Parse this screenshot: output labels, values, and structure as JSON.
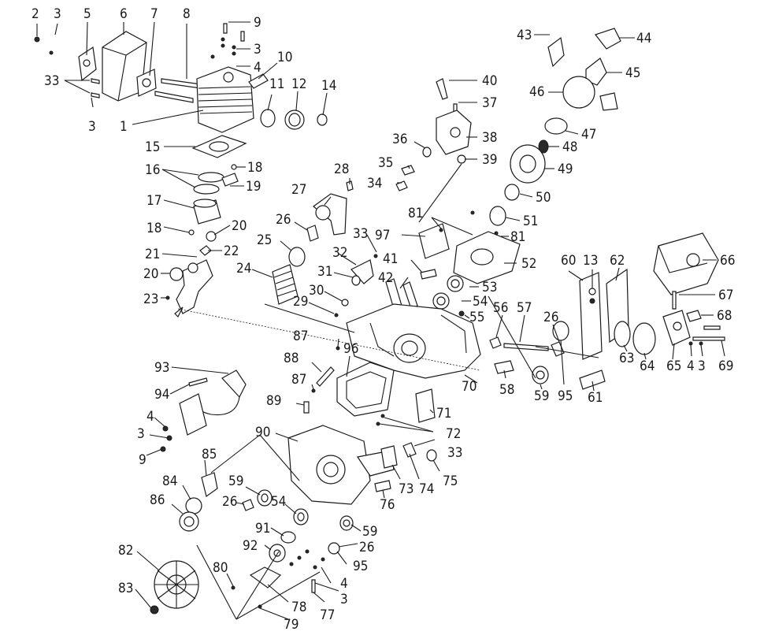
{
  "diagram": {
    "type": "exploded-parts-view",
    "part_numbers": [
      "1",
      "2",
      "3",
      "4",
      "5",
      "6",
      "7",
      "8",
      "9",
      "10",
      "11",
      "12",
      "13",
      "14",
      "15",
      "16",
      "17",
      "18",
      "19",
      "20",
      "21",
      "22",
      "23",
      "24",
      "25",
      "26",
      "27",
      "28",
      "29",
      "30",
      "31",
      "32",
      "33",
      "34",
      "35",
      "36",
      "37",
      "38",
      "39",
      "40",
      "41",
      "42",
      "43",
      "44",
      "45",
      "46",
      "47",
      "48",
      "49",
      "50",
      "51",
      "52",
      "53",
      "54",
      "55",
      "56",
      "57",
      "58",
      "59",
      "60",
      "61",
      "62",
      "63",
      "64",
      "65",
      "66",
      "67",
      "68",
      "69",
      "70",
      "71",
      "72",
      "73",
      "74",
      "75",
      "76",
      "77",
      "78",
      "79",
      "80",
      "81",
      "82",
      "83",
      "84",
      "85",
      "86",
      "87",
      "88",
      "89",
      "90",
      "91",
      "92",
      "93",
      "94",
      "95",
      "96",
      "97"
    ]
  },
  "labels": [
    {
      "id": "lbl-2",
      "text": "2"
    },
    {
      "id": "lbl-3a",
      "text": "3"
    },
    {
      "id": "lbl-5",
      "text": "5"
    },
    {
      "id": "lbl-6",
      "text": "6"
    },
    {
      "id": "lbl-7",
      "text": "7"
    },
    {
      "id": "lbl-8",
      "text": "8"
    },
    {
      "id": "lbl-9a",
      "text": "9"
    },
    {
      "id": "lbl-3b",
      "text": "3"
    },
    {
      "id": "lbl-4a",
      "text": "4"
    },
    {
      "id": "lbl-10",
      "text": "10"
    },
    {
      "id": "lbl-11",
      "text": "11"
    },
    {
      "id": "lbl-12",
      "text": "12"
    },
    {
      "id": "lbl-14",
      "text": "14"
    },
    {
      "id": "lbl-33a",
      "text": "33"
    },
    {
      "id": "lbl-3c",
      "text": "3"
    },
    {
      "id": "lbl-1",
      "text": "1"
    },
    {
      "id": "lbl-15",
      "text": "15"
    },
    {
      "id": "lbl-16",
      "text": "16"
    },
    {
      "id": "lbl-18a",
      "text": "18"
    },
    {
      "id": "lbl-19",
      "text": "19"
    },
    {
      "id": "lbl-17",
      "text": "17"
    },
    {
      "id": "lbl-18b",
      "text": "18"
    },
    {
      "id": "lbl-20a",
      "text": "20"
    },
    {
      "id": "lbl-21",
      "text": "21"
    },
    {
      "id": "lbl-22",
      "text": "22"
    },
    {
      "id": "lbl-20b",
      "text": "20"
    },
    {
      "id": "lbl-23",
      "text": "23"
    },
    {
      "id": "lbl-28",
      "text": "28"
    },
    {
      "id": "lbl-27",
      "text": "27"
    },
    {
      "id": "lbl-26a",
      "text": "26"
    },
    {
      "id": "lbl-25",
      "text": "25"
    },
    {
      "id": "lbl-24",
      "text": "24"
    },
    {
      "id": "lbl-33b",
      "text": "33"
    },
    {
      "id": "lbl-32",
      "text": "32"
    },
    {
      "id": "lbl-31",
      "text": "31"
    },
    {
      "id": "lbl-30",
      "text": "30"
    },
    {
      "id": "lbl-29",
      "text": "29"
    },
    {
      "id": "lbl-40",
      "text": "40"
    },
    {
      "id": "lbl-37",
      "text": "37"
    },
    {
      "id": "lbl-36",
      "text": "36"
    },
    {
      "id": "lbl-38",
      "text": "38"
    },
    {
      "id": "lbl-35",
      "text": "35"
    },
    {
      "id": "lbl-39",
      "text": "39"
    },
    {
      "id": "lbl-34",
      "text": "34"
    },
    {
      "id": "lbl-81a",
      "text": "81"
    },
    {
      "id": "lbl-97",
      "text": "97"
    },
    {
      "id": "lbl-81b",
      "text": "81"
    },
    {
      "id": "lbl-41",
      "text": "41"
    },
    {
      "id": "lbl-42",
      "text": "42"
    },
    {
      "id": "lbl-52",
      "text": "52"
    },
    {
      "id": "lbl-53",
      "text": "53"
    },
    {
      "id": "lbl-54a",
      "text": "54"
    },
    {
      "id": "lbl-55",
      "text": "55"
    },
    {
      "id": "lbl-43",
      "text": "43"
    },
    {
      "id": "lbl-44",
      "text": "44"
    },
    {
      "id": "lbl-45",
      "text": "45"
    },
    {
      "id": "lbl-46",
      "text": "46"
    },
    {
      "id": "lbl-47",
      "text": "47"
    },
    {
      "id": "lbl-48",
      "text": "48"
    },
    {
      "id": "lbl-49",
      "text": "49"
    },
    {
      "id": "lbl-50",
      "text": "50"
    },
    {
      "id": "lbl-51",
      "text": "51"
    },
    {
      "id": "lbl-60",
      "text": "60"
    },
    {
      "id": "lbl-13",
      "text": "13"
    },
    {
      "id": "lbl-62",
      "text": "62"
    },
    {
      "id": "lbl-66",
      "text": "66"
    },
    {
      "id": "lbl-67",
      "text": "67"
    },
    {
      "id": "lbl-68",
      "text": "68"
    },
    {
      "id": "lbl-56",
      "text": "56"
    },
    {
      "id": "lbl-57",
      "text": "57"
    },
    {
      "id": "lbl-26b",
      "text": "26"
    },
    {
      "id": "lbl-87a",
      "text": "87"
    },
    {
      "id": "lbl-96",
      "text": "96"
    },
    {
      "id": "lbl-88",
      "text": "88"
    },
    {
      "id": "lbl-87b",
      "text": "87"
    },
    {
      "id": "lbl-89",
      "text": "89"
    },
    {
      "id": "lbl-70",
      "text": "70"
    },
    {
      "id": "lbl-58",
      "text": "58"
    },
    {
      "id": "lbl-59a",
      "text": "59"
    },
    {
      "id": "lbl-95a",
      "text": "95"
    },
    {
      "id": "lbl-61",
      "text": "61"
    },
    {
      "id": "lbl-63",
      "text": "63"
    },
    {
      "id": "lbl-64",
      "text": "64"
    },
    {
      "id": "lbl-65",
      "text": "65"
    },
    {
      "id": "lbl-4b",
      "text": "4"
    },
    {
      "id": "lbl-3d",
      "text": "3"
    },
    {
      "id": "lbl-69",
      "text": "69"
    },
    {
      "id": "lbl-93",
      "text": "93"
    },
    {
      "id": "lbl-94",
      "text": "94"
    },
    {
      "id": "lbl-4c",
      "text": "4"
    },
    {
      "id": "lbl-3e",
      "text": "3"
    },
    {
      "id": "lbl-9b",
      "text": "9"
    },
    {
      "id": "lbl-85",
      "text": "85"
    },
    {
      "id": "lbl-84",
      "text": "84"
    },
    {
      "id": "lbl-86",
      "text": "86"
    },
    {
      "id": "lbl-90",
      "text": "90"
    },
    {
      "id": "lbl-71",
      "text": "71"
    },
    {
      "id": "lbl-72",
      "text": "72"
    },
    {
      "id": "lbl-33c",
      "text": "33"
    },
    {
      "id": "lbl-73",
      "text": "73"
    },
    {
      "id": "lbl-74",
      "text": "74"
    },
    {
      "id": "lbl-75",
      "text": "75"
    },
    {
      "id": "lbl-76",
      "text": "76"
    },
    {
      "id": "lbl-59b",
      "text": "59"
    },
    {
      "id": "lbl-26c",
      "text": "26"
    },
    {
      "id": "lbl-54b",
      "text": "54"
    },
    {
      "id": "lbl-91",
      "text": "91"
    },
    {
      "id": "lbl-59c",
      "text": "59"
    },
    {
      "id": "lbl-26d",
      "text": "26"
    },
    {
      "id": "lbl-92",
      "text": "92"
    },
    {
      "id": "lbl-95b",
      "text": "95"
    },
    {
      "id": "lbl-82",
      "text": "82"
    },
    {
      "id": "lbl-80",
      "text": "80"
    },
    {
      "id": "lbl-4d",
      "text": "4"
    },
    {
      "id": "lbl-3f",
      "text": "3"
    },
    {
      "id": "lbl-83",
      "text": "83"
    },
    {
      "id": "lbl-78",
      "text": "78"
    },
    {
      "id": "lbl-79",
      "text": "79"
    },
    {
      "id": "lbl-77",
      "text": "77"
    }
  ],
  "colors": {
    "background": "#ffffff",
    "ink": "#1a1a1a"
  }
}
